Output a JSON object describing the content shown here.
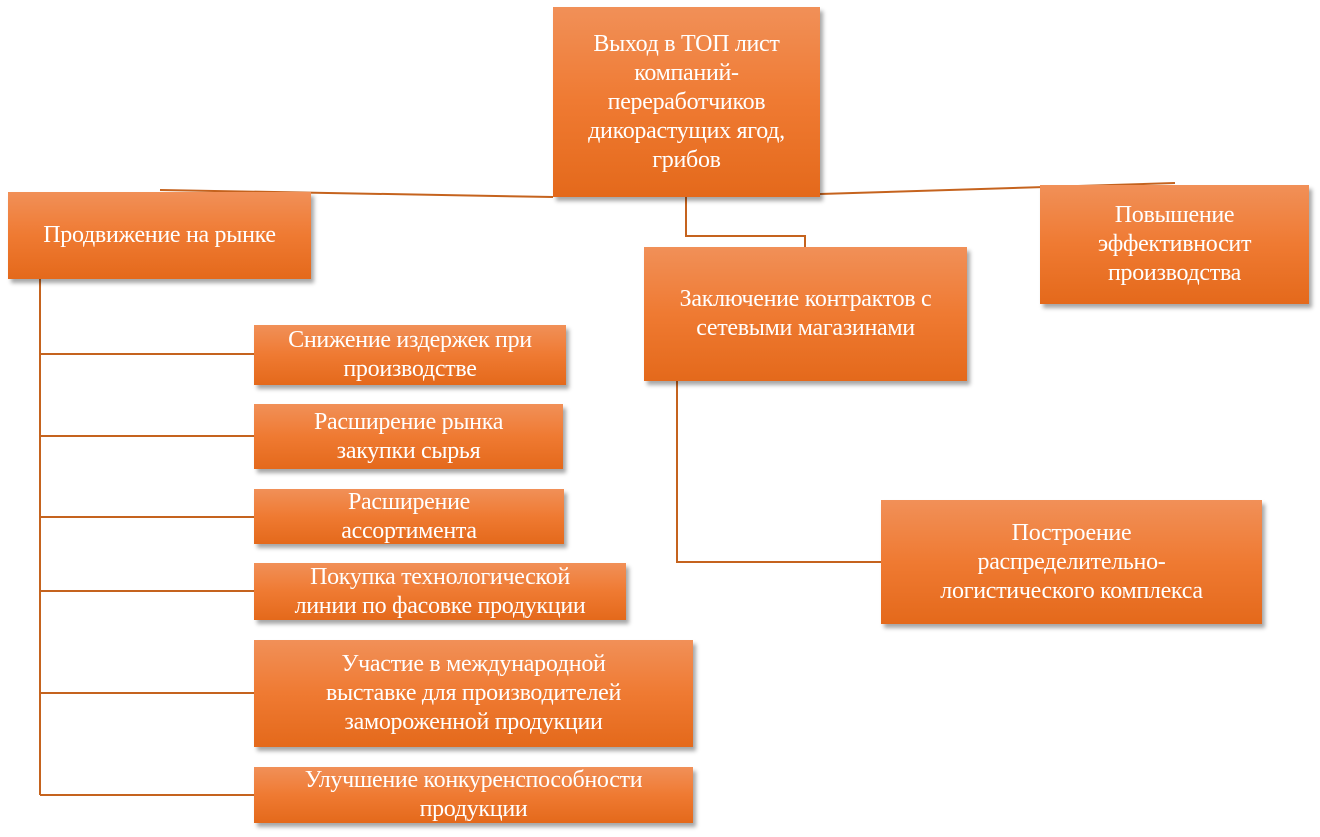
{
  "colors": {
    "box_top": "#f19058",
    "box_bottom": "#e4691b",
    "connector": "#c5631e",
    "text": "#ffffff"
  },
  "root": {
    "label": "Выход в ТОП лист\nкомпаний-\nпереработчиков\nдикорастущих ягод,\nгрибов"
  },
  "branches": {
    "market": {
      "label": "Продвижение на рынке"
    },
    "contracts": {
      "label": "Заключение контрактов с\nсетевыми магазинами"
    },
    "efficiency": {
      "label": "Повышение\nэффективносит\nпроизводства"
    },
    "logistics": {
      "label": "Построение\nраспределительно-\nлогистического  комплекса"
    }
  },
  "market_items": [
    {
      "label": "Снижение издержек при\nпроизводстве"
    },
    {
      "label": "Расширение рынка\nзакупки сырья"
    },
    {
      "label": "Расширение\nассортимента"
    },
    {
      "label": "Покупка технологической\nлинии по фасовке продукции"
    },
    {
      "label": "Участие в международной\nвыставке для производителей\nзамороженной продукции"
    },
    {
      "label": "Улучшение конкуренспособности\nпродукции"
    }
  ]
}
